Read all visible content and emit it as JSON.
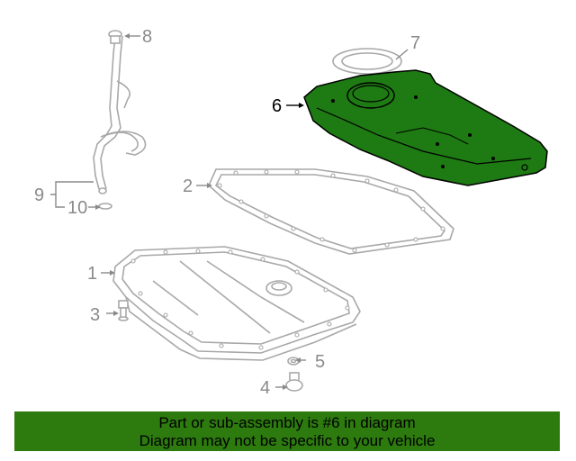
{
  "diagram": {
    "highlight_color": "#1e7a12",
    "highlighted_part": "6",
    "callouts": {
      "c1": "1",
      "c2": "2",
      "c3": "3",
      "c4": "4",
      "c5": "5",
      "c6": "6",
      "c7": "7",
      "c8": "8",
      "c9": "9",
      "c10": "10"
    }
  },
  "banner": {
    "line1": "Part or sub-assembly is #6 in diagram",
    "line2": "Diagram may not be specific to your vehicle",
    "background_color": "#2d7a0f"
  }
}
